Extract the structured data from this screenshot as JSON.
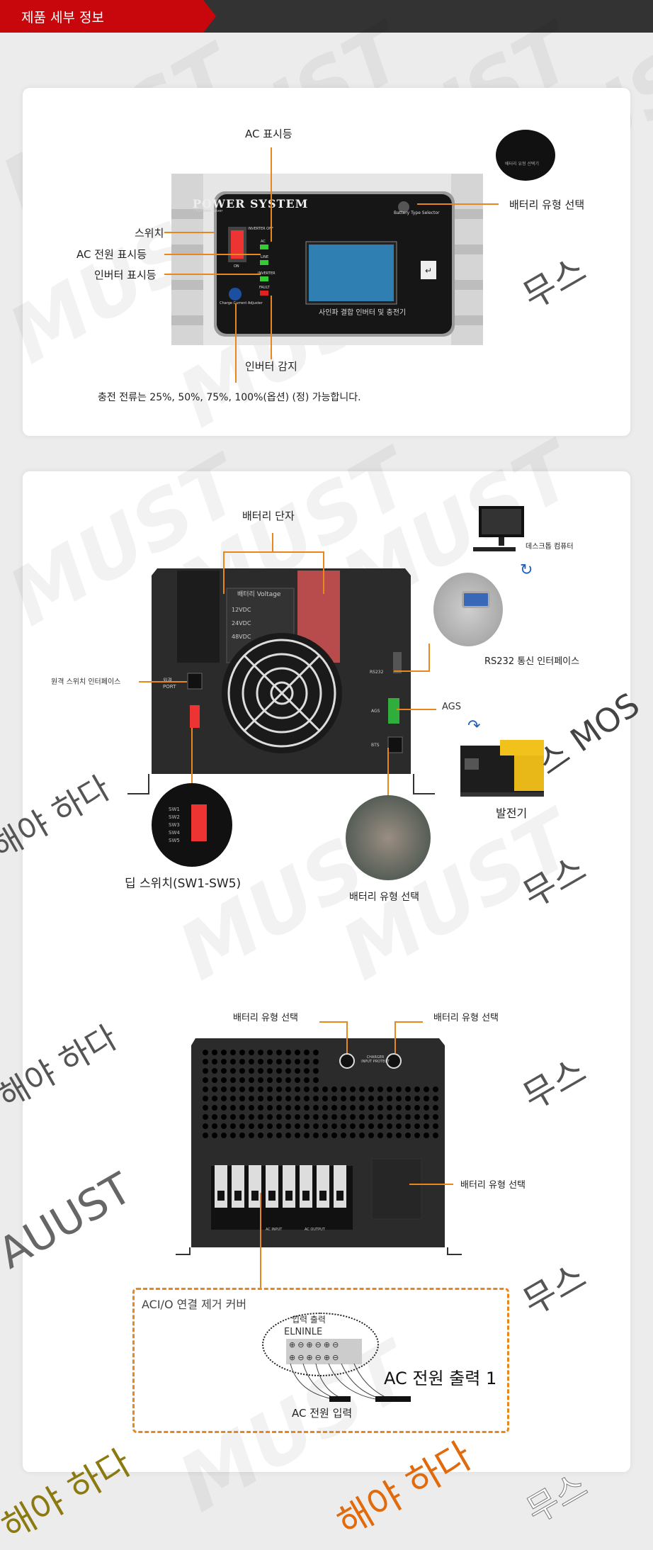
{
  "header": {
    "title": "제품 세부 정보"
  },
  "watermarks": {
    "brand": "MUST",
    "mus": "무스",
    "must_ko": "해야 하다",
    "mos": "스 MOS",
    "auust": "AUUST"
  },
  "front_panel": {
    "brand": "POWER SYSTEM",
    "switch_caption": "ON/Power Saver",
    "inverter_off": "INVERTER OFF",
    "on": "ON",
    "led_ac": "AC",
    "led_line": "LINE",
    "led_inverter": "INVERTER",
    "led_fault": "FAULT",
    "knob_caption": "Charge Current Adjuster",
    "selector_caption": "Battery Type Selector",
    "lcd_caption": "사인파 결합 인버터 및 충전기",
    "dial_caption": "배터리 유형 선택기"
  },
  "section1": {
    "ac_indicator": "AC 표시등",
    "switch": "스위치",
    "ac_power_indicator": "AC 전원 표시등",
    "inverter_indicator": "인버터 표시등",
    "battery_type_select": "배터리 유형 선택",
    "inverter_fault": "인버터 감지",
    "charge_note": "충전 전류는 25%, 50%, 75%, 100%(옵션) (정) 가능합니다."
  },
  "section2": {
    "battery_terminal": "배터리 단자",
    "desktop": "데스크톱 컴퓨터",
    "rs232": "RS232 통신 인터페이스",
    "remote_switch": "원격 스위치 인터페이스",
    "ags": "AGS",
    "generator": "발전기",
    "dip_switch": "딥 스위치(SW1-SW5)",
    "battery_type_select": "배터리 유형 선택",
    "voltage_header": "배터리 Voltage",
    "v12": "12VDC",
    "v24": "24VDC",
    "v48": "48VDC",
    "port": "원격 PORT",
    "rs232_small": "RS232",
    "ags_small": "AGS",
    "bts": "BTS",
    "sw": [
      "SW1",
      "SW2",
      "SW3",
      "SW4",
      "SW5"
    ]
  },
  "section3": {
    "battery_type_select_left": "배터리 유형 선택",
    "battery_type_select_right": "배터리 유형 선택",
    "battery_type_select_socket": "배터리 유형 선택",
    "charger_input": "CHARGER INPUT PROTECT",
    "ac_input": "AC INPUT",
    "ac_output": "AC OUTPUT",
    "cover_title": "ACI/O 연결 제거 커버",
    "in_out": "입력 출력",
    "terminal_letters": "ELNINLE",
    "ac_output_label": "AC 전원 출력 1",
    "ac_input_label": "AC 전원 입력"
  }
}
